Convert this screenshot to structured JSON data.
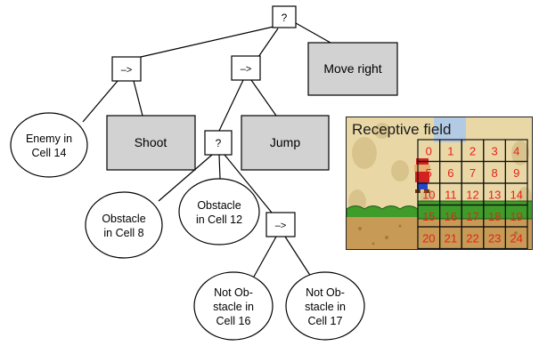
{
  "tree": {
    "root": "?",
    "seq_left": "–>",
    "seq_mid": "–>",
    "seq_low": "–>",
    "sel_mid": "?",
    "move_right": "Move right",
    "shoot": "Shoot",
    "jump": "Jump",
    "enemy": [
      "Enemy in",
      "Cell 14"
    ],
    "obstacle8": [
      "Obstacle",
      "in Cell 8"
    ],
    "obstacle12": [
      "Obstacle",
      "in Cell 12"
    ],
    "notobs16": [
      "Not Ob-",
      "stacle in",
      "Cell 16"
    ],
    "notobs17": [
      "Not Ob-",
      "stacle in",
      "Cell 17"
    ]
  },
  "receptive_field": {
    "title": "Receptive field",
    "cells": [
      "0",
      "1",
      "2",
      "3",
      "4",
      "5",
      "6",
      "7",
      "8",
      "9",
      "10",
      "11",
      "12",
      "13",
      "14",
      "15",
      "16",
      "17",
      "18",
      "19",
      "20",
      "21",
      "22",
      "23",
      "24"
    ],
    "colors": {
      "cell_text": "#e8211a",
      "grid": "#111111",
      "sky": "#e9d8a6",
      "bush": "#3f9b2a",
      "dirt": "#c79a55",
      "highlight": "#a9c8f0"
    }
  }
}
